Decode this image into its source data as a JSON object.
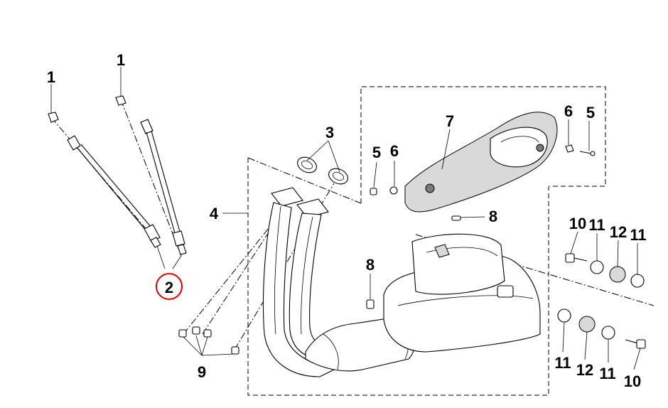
{
  "callouts": {
    "c1a": "1",
    "c1b": "1",
    "c2": "2",
    "c3": "3",
    "c4": "4",
    "c5a": "5",
    "c5b": "5",
    "c6a": "6",
    "c6b": "6",
    "c7": "7",
    "c8a": "8",
    "c8b": "8",
    "c9": "9",
    "c10a": "10",
    "c10b": "10",
    "c11a": "11",
    "c11b": "11",
    "c11c": "11",
    "c11d": "11",
    "c12a": "12",
    "c12b": "12"
  },
  "colors": {
    "line": "#000000",
    "highlight": "#e00000",
    "shade": "#d9d9d9"
  }
}
